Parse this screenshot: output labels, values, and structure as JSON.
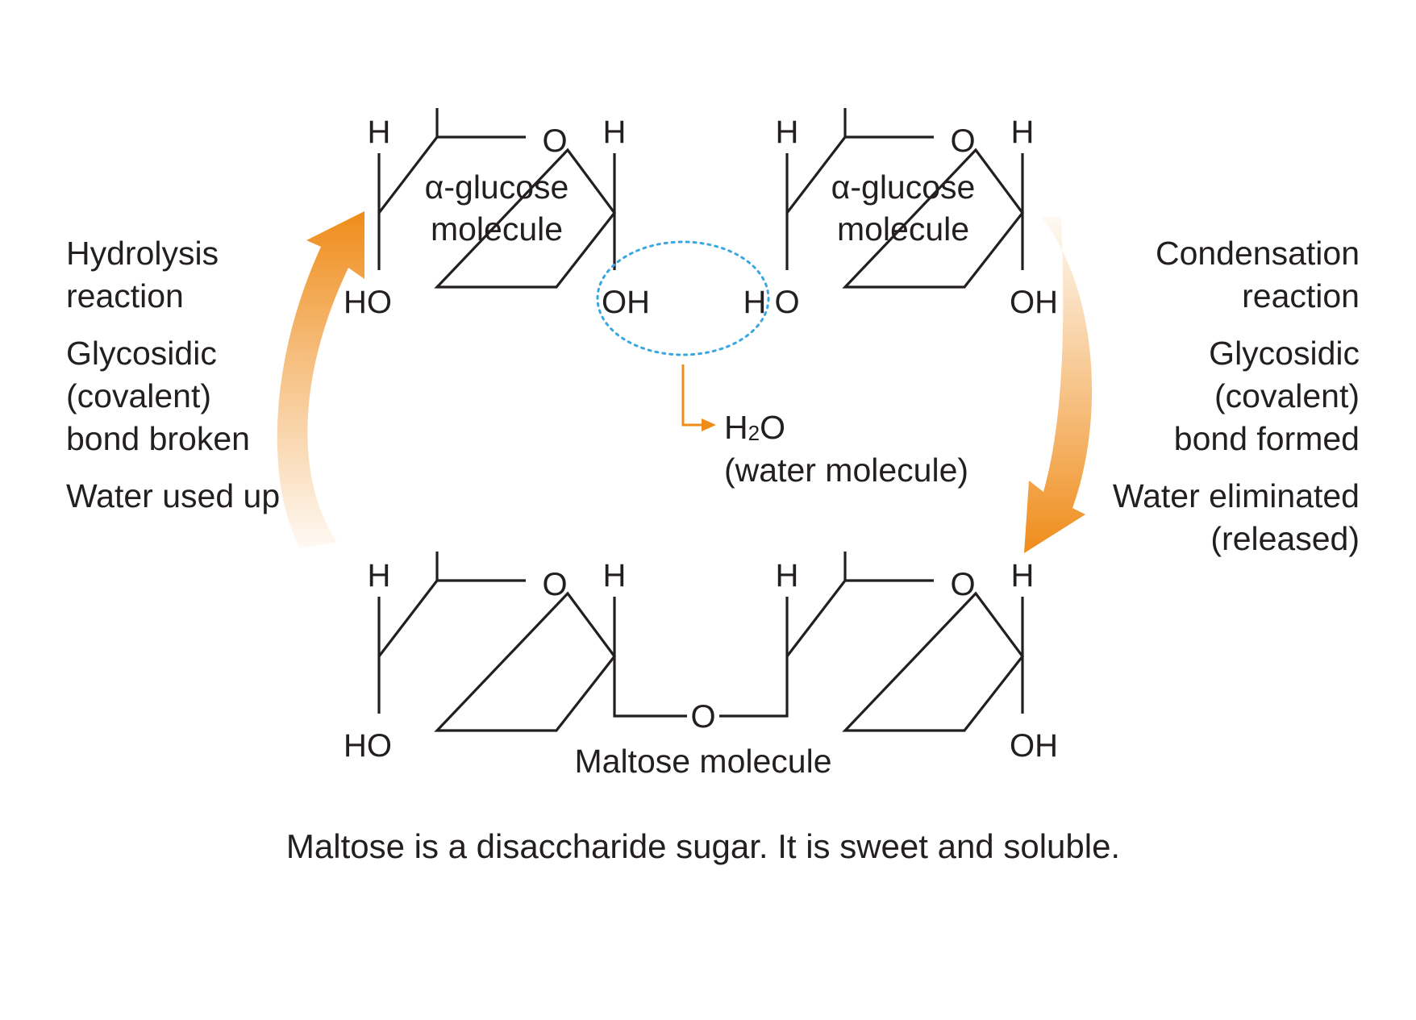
{
  "top_left": {
    "ring_label_line1": "α-glucose",
    "ring_label_line2": "molecule",
    "h_left": "H",
    "h_right": "H",
    "o_ring": "O",
    "ho_bottom": "HO",
    "oh_bottom": "OH"
  },
  "top_right": {
    "ring_label_line1": "α-glucose",
    "ring_label_line2": "molecule",
    "h_left": "H",
    "h_right": "H",
    "o_ring": "O",
    "h_bottom": "H",
    "o_bottom": "O",
    "oh_bottom": "OH"
  },
  "water": {
    "h": "H",
    "subscript": "2",
    "o": "O",
    "note": "(water molecule)"
  },
  "left_text": {
    "line1": "Hydrolysis",
    "line2": "reaction",
    "line3": "Glycosidic",
    "line4": "(covalent)",
    "line5": "bond broken",
    "line6": "Water used up"
  },
  "right_text": {
    "line1": "Condensation",
    "line2": "reaction",
    "line3": "Glycosidic",
    "line4": "(covalent)",
    "line5": "bond formed",
    "line6": "Water eliminated",
    "line7": "(released)"
  },
  "maltose": {
    "h1": "H",
    "h2": "H",
    "h3": "H",
    "h4": "H",
    "o_ring_left": "O",
    "o_ring_right": "O",
    "o_bridge": "O",
    "ho_left": "HO",
    "oh_right": "OH",
    "label": "Maltose molecule"
  },
  "caption": "Maltose is a disaccharide sugar. It is sweet and soluble.",
  "colors": {
    "arrow": "#ef8c1a",
    "dashed_ellipse": "#3aa7e0",
    "ink": "#231f20"
  }
}
